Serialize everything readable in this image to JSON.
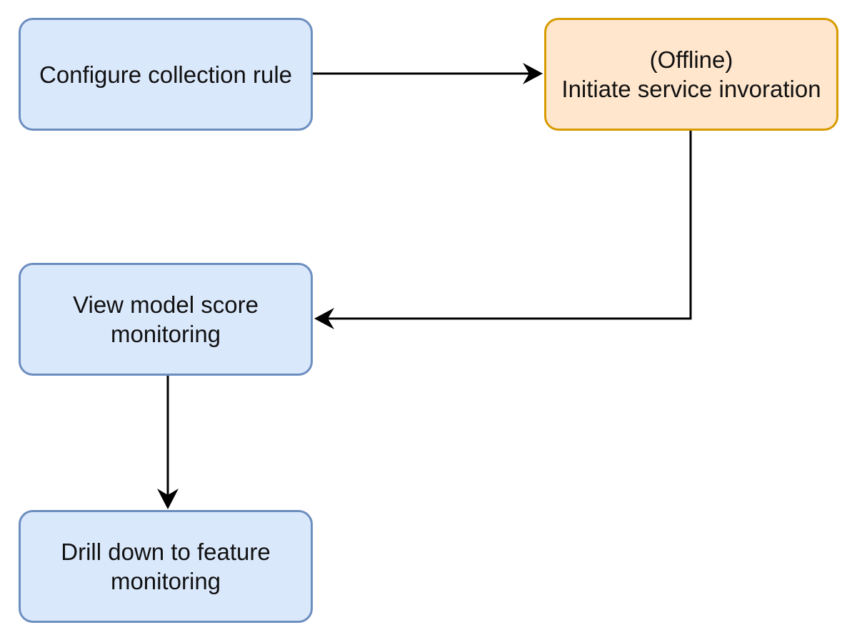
{
  "diagram": {
    "nodes": [
      {
        "id": "configure",
        "label": "Configure collection rule",
        "style": "blue"
      },
      {
        "id": "initiate",
        "label": "(Offline)\nInitiate service invoration",
        "style": "orange"
      },
      {
        "id": "view",
        "label": "View model score\nmonitoring",
        "style": "blue"
      },
      {
        "id": "drill",
        "label": "Drill down to feature\nmonitoring",
        "style": "blue"
      }
    ],
    "edges": [
      {
        "from": "configure",
        "to": "initiate"
      },
      {
        "from": "initiate",
        "to": "view"
      },
      {
        "from": "view",
        "to": "drill"
      }
    ],
    "colors": {
      "blue_fill": "#dae8fc",
      "blue_stroke": "#6c8ebf",
      "orange_fill": "#ffe6cc",
      "orange_stroke": "#d79b00",
      "edge": "#000000"
    }
  }
}
